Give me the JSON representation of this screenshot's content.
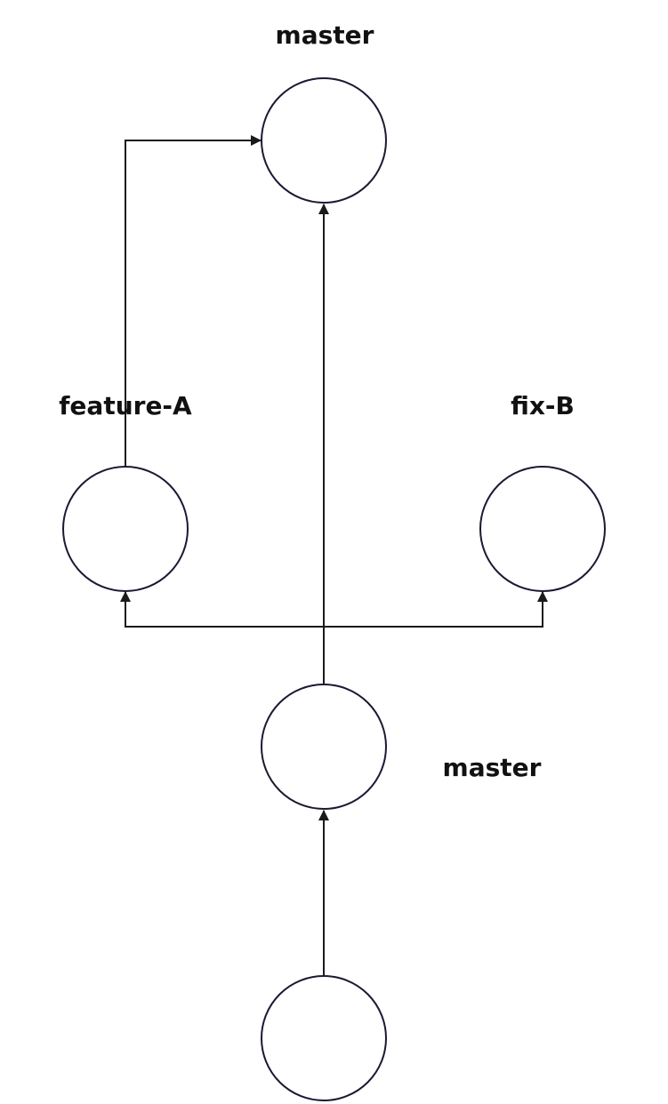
{
  "labels": {
    "master_top": "master",
    "feature_a": "feature-A",
    "fix_b": "fix-B",
    "master_bottom": "master"
  },
  "colors": {
    "node_stroke": "#1a1a33",
    "edge_stroke": "#1a1a1a",
    "text": "#111111"
  }
}
